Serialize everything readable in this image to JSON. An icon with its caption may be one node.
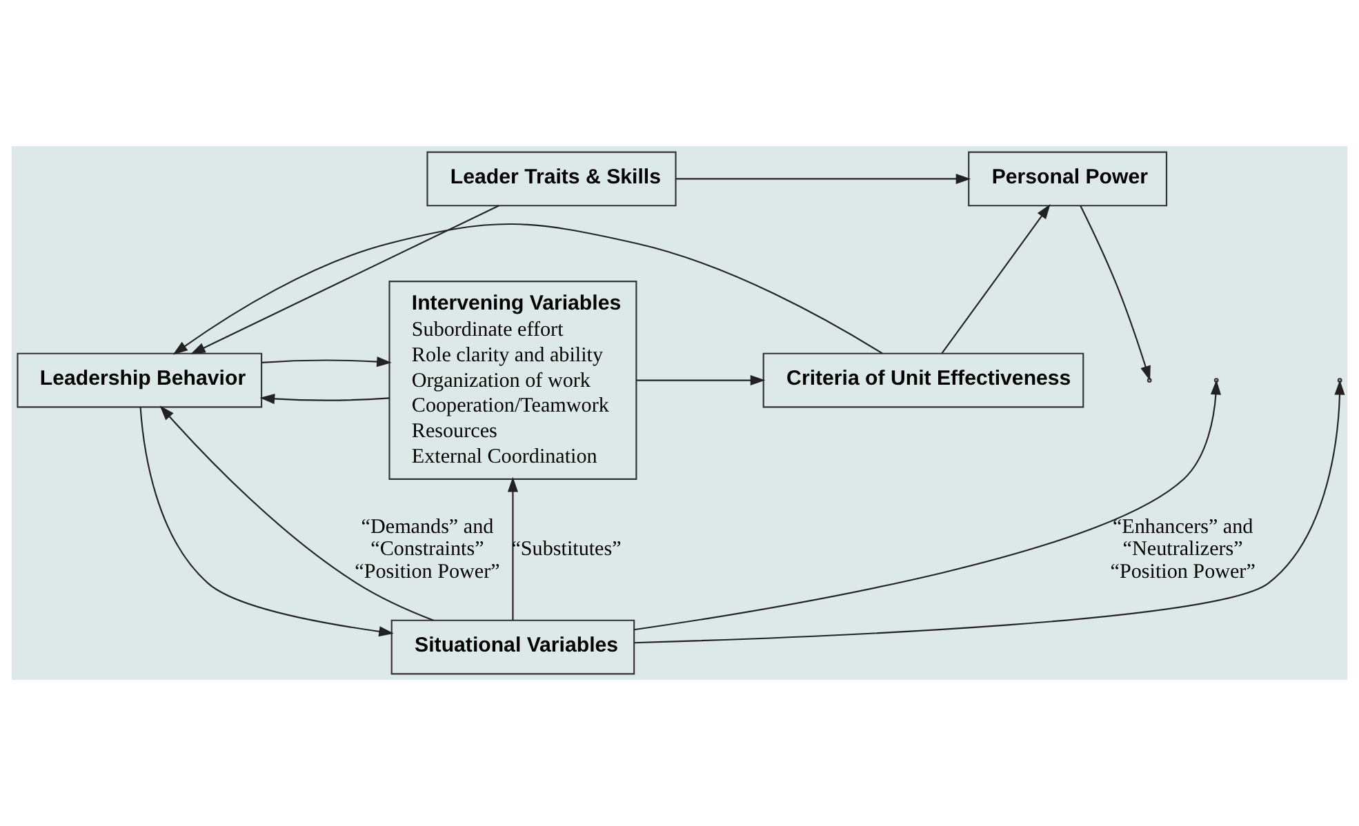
{
  "diagram": {
    "nodes": [
      {
        "text": [
          "Leader Traits & Skills"
        ]
      },
      {
        "text": [
          "Personal Power"
        ]
      },
      {
        "text": [
          "Intervening Variables",
          "Subordinate effort",
          "Role clarity and ability",
          "Organization of work",
          "Cooperation/Teamwork",
          "Resources",
          "External Coordination"
        ]
      },
      {
        "text": [
          "Leadership Behavior"
        ]
      },
      {
        "text": [
          "Criteria of Unit Effectiveness"
        ]
      },
      {
        "text": [
          "Situational Variables"
        ]
      }
    ],
    "edges": [
      {
        "from": 0,
        "to": 1,
        "arrow": "to"
      },
      {
        "from": 4,
        "to": 1,
        "arrow": "to"
      },
      {
        "from": 4,
        "to": 3,
        "arrow": "to"
      },
      {
        "from": 0,
        "to": 3,
        "arrow": "to"
      },
      {
        "from": 1,
        "to": null,
        "arrow": "to"
      },
      {
        "from": 2,
        "to": 3,
        "arrow": "to"
      },
      {
        "from": 3,
        "to": 2,
        "arrow": "to"
      },
      {
        "from": 2,
        "to": 4,
        "arrow": "to"
      },
      {
        "from": 3,
        "to": 5,
        "arrow": "to"
      },
      {
        "from": 5,
        "to": 3,
        "arrow": "to",
        "label": "“Demands” and “Constraints” “Position Power”"
      },
      {
        "from": 5,
        "to": null,
        "arrow": "to",
        "label": "“Enhancers” and “Neutralizers” “Position Power”"
      },
      {
        "from": 5,
        "to": 2,
        "arrow": "to",
        "label": "“Substitutes”"
      },
      {
        "from": 5,
        "to": null,
        "arrow": "to"
      }
    ]
  }
}
